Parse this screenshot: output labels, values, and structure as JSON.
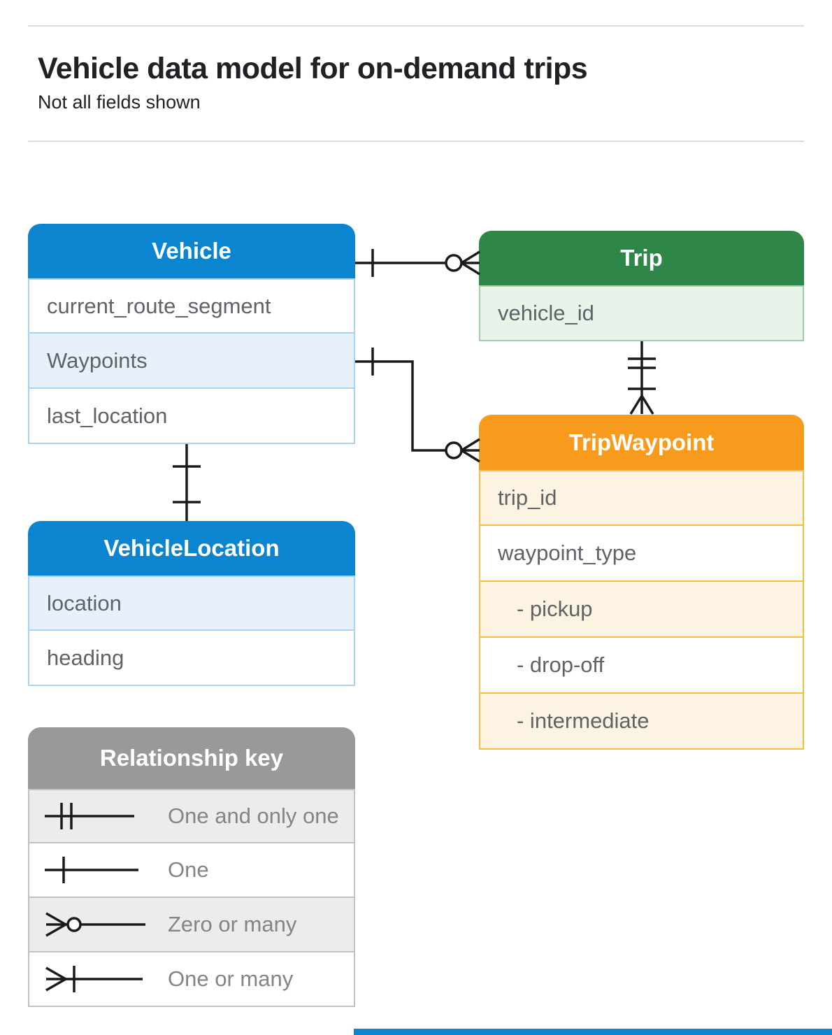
{
  "header": {
    "title": "Vehicle data model for on-demand trips",
    "subtitle": "Not all fields shown"
  },
  "entities": {
    "vehicle": {
      "name": "Vehicle",
      "fields": [
        "current_route_segment",
        "Waypoints",
        "last_location"
      ]
    },
    "trip": {
      "name": "Trip",
      "fields": [
        "vehicle_id"
      ]
    },
    "trip_waypoint": {
      "name": "TripWaypoint",
      "fields": [
        "trip_id",
        "waypoint_type",
        "- pickup",
        "- drop-off",
        "- intermediate"
      ]
    },
    "vehicle_location": {
      "name": "VehicleLocation",
      "fields": [
        "location",
        "heading"
      ]
    }
  },
  "legend": {
    "title": "Relationship key",
    "items": [
      {
        "symbol": "one-and-only-one",
        "label": "One and only one"
      },
      {
        "symbol": "one",
        "label": "One"
      },
      {
        "symbol": "zero-or-many",
        "label": "Zero or many"
      },
      {
        "symbol": "one-or-many",
        "label": "One or many"
      }
    ]
  },
  "relationships": [
    {
      "from": "Vehicle",
      "to": "Trip",
      "from_end": "one",
      "to_end": "zero-or-many"
    },
    {
      "from": "Vehicle.Waypoints",
      "to": "TripWaypoint",
      "from_end": "one",
      "to_end": "zero-or-many"
    },
    {
      "from": "Trip",
      "to": "TripWaypoint",
      "from_end": "one-and-only-one",
      "to_end": "one-or-many"
    },
    {
      "from": "Vehicle",
      "to": "VehicleLocation",
      "from_end": "one",
      "to_end": "one"
    }
  ],
  "colors": {
    "vehicle_blue": "#0b85d0",
    "vehicle_row_blue": "#e8f1fb",
    "trip_green": "#2e8749",
    "trip_row_green": "#e8f3ea",
    "waypoint_orange": "#f89b1c",
    "waypoint_row_cream": "#fdf3e2",
    "legend_gray": "#999999",
    "legend_row_gray": "#ececec",
    "connector_black": "#1a1a1a",
    "divider_gray": "#dadce0",
    "bottom_bar_blue": "#0b85d0"
  }
}
